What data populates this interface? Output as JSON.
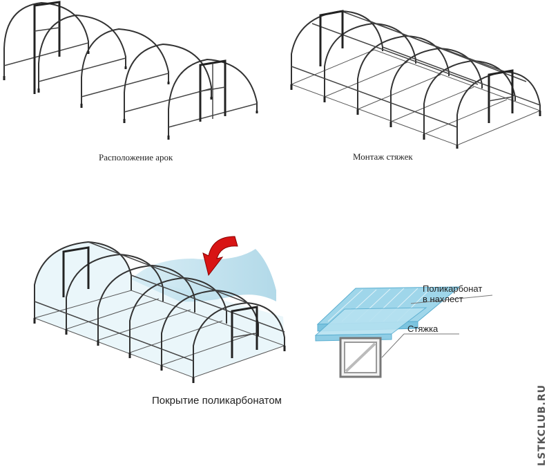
{
  "captions": {
    "arches": "Расположение арок",
    "ties": "Монтаж стяжек",
    "covering": "Покрытие поликарбонатом"
  },
  "labels": {
    "polycarbonate_line1": "Поликарбонат",
    "polycarbonate_line2": "в нахлест",
    "tie": "Стяжка"
  },
  "watermark": "LSTKCLUB.RU",
  "colors": {
    "frame": "#333333",
    "polycarbonate": "#9fd6ea",
    "arrow": "#d81414",
    "profile": "#8a8a8a"
  }
}
